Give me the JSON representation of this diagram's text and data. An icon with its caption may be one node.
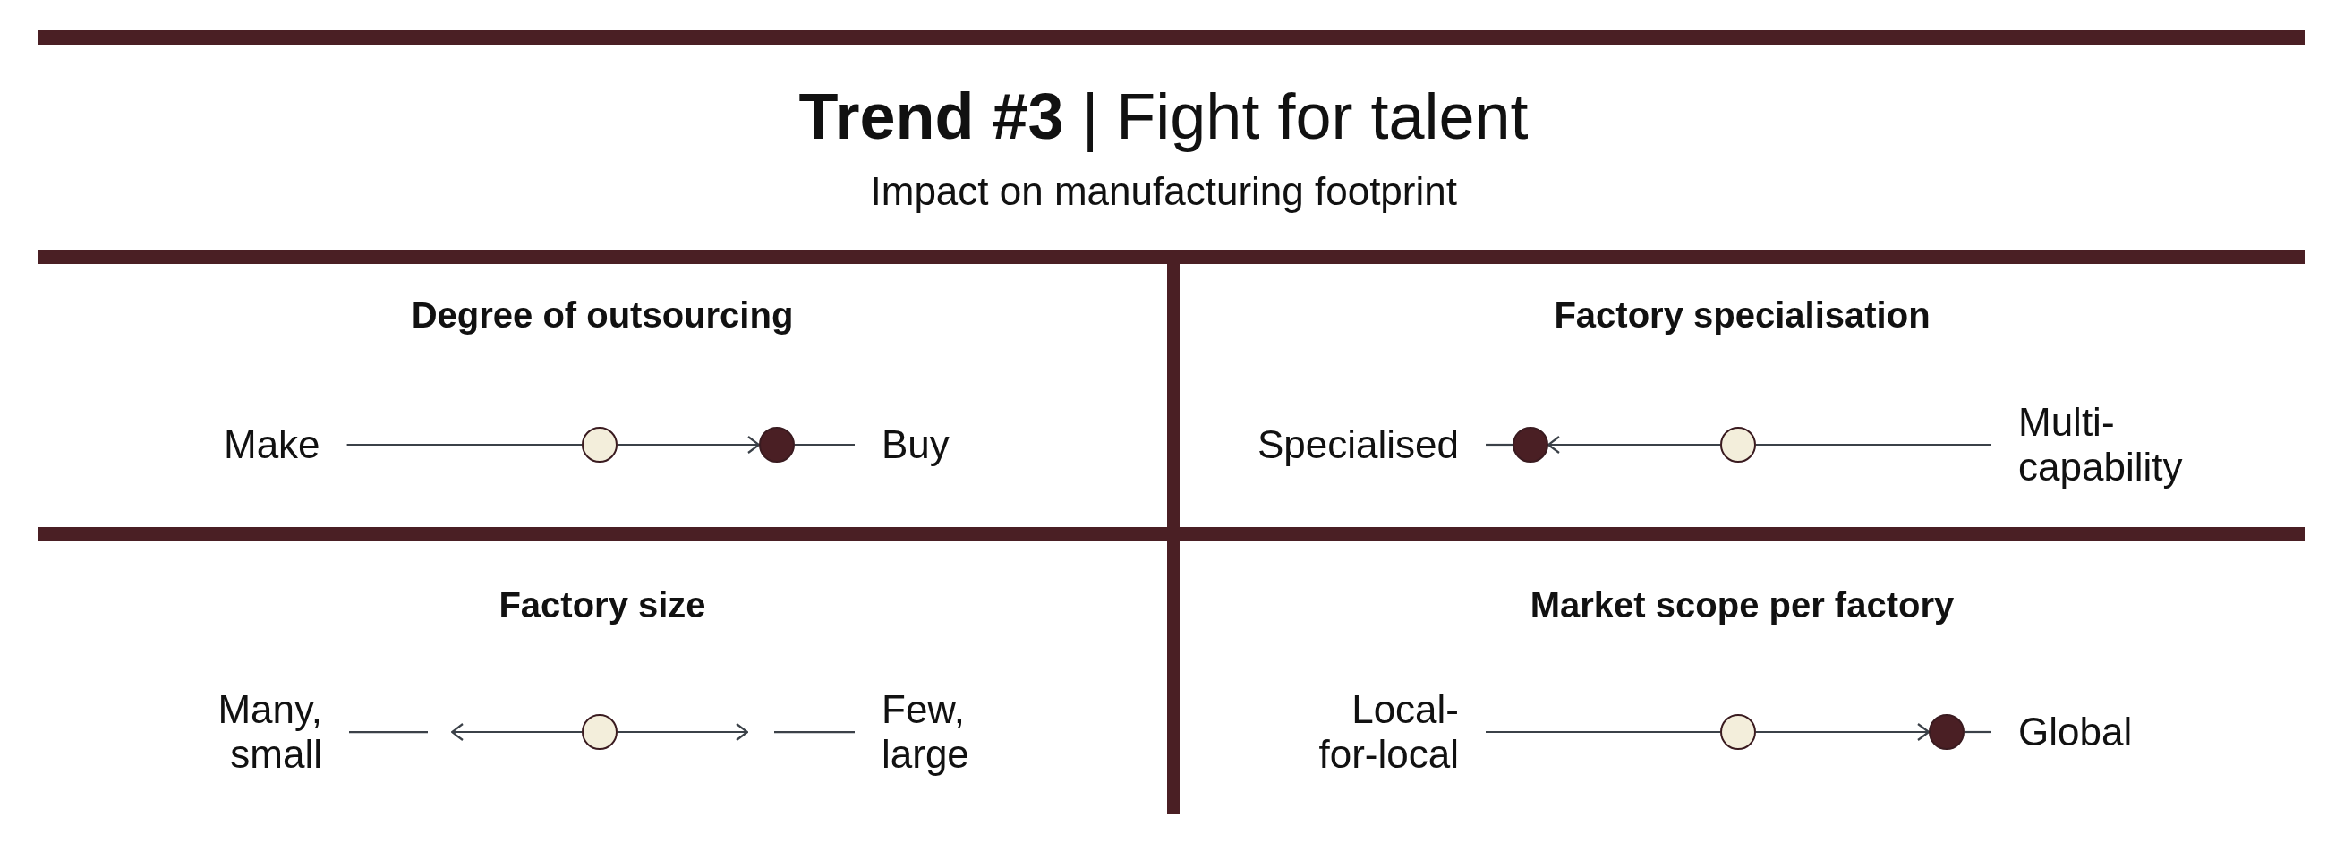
{
  "diagram": {
    "title": "**Trend #3** | Fight for talent",
    "nodes": [
      {
        "text": [
          "Degree of outsourcing"
        ]
      },
      {
        "text": [
          "Make"
        ],
        "in": 0
      },
      {
        "text": [],
        "shape": "circle",
        "in": 0
      },
      {
        "text": [],
        "shape": "circle",
        "in": 0
      },
      {
        "text": [
          "Buy"
        ],
        "in": 0
      },
      {
        "text": [
          "Factory specialisation"
        ]
      },
      {
        "text": [
          "Specialised"
        ],
        "in": 5
      },
      {
        "text": [],
        "shape": "circle",
        "in": 5
      },
      {
        "text": [],
        "shape": "circle",
        "in": 5
      },
      {
        "text": [
          "Multi-capability"
        ],
        "in": 5
      },
      {
        "text": [
          "Factory size"
        ]
      },
      {
        "text": [
          "Many, small"
        ],
        "in": 10
      },
      {
        "text": [],
        "shape": "circle",
        "in": 10
      },
      {
        "text": [
          "Few, large"
        ],
        "in": 10
      },
      {
        "text": [
          "Market scope per factory"
        ]
      },
      {
        "text": [
          "Local-for-local"
        ],
        "in": 14
      },
      {
        "text": [],
        "shape": "circle",
        "in": 14
      },
      {
        "text": [],
        "shape": "circle",
        "in": 14
      },
      {
        "text": [
          "Global"
        ],
        "in": 14
      }
    ],
    "edges": [
      {
        "from": 1,
        "to": 2,
        "arrow": "none"
      },
      {
        "from": 2,
        "to": 3,
        "arrow": "to"
      },
      {
        "from": 3,
        "to": 4,
        "arrow": "none"
      },
      {
        "from": 9,
        "to": 8,
        "arrow": "none"
      },
      {
        "from": 8,
        "to": 7,
        "arrow": "to"
      },
      {
        "from": 7,
        "to": 6,
        "arrow": "none"
      },
      {
        "from": 11,
        "to": null,
        "arrow": "none"
      },
      {
        "from": 12,
        "to": null,
        "arrow": "to"
      },
      {
        "from": 12,
        "to": null,
        "arrow": "to"
      },
      {
        "from": 13,
        "to": null,
        "arrow": "none"
      },
      {
        "from": 15,
        "to": 16,
        "arrow": "none"
      },
      {
        "from": 16,
        "to": 17,
        "arrow": "to"
      },
      {
        "from": 17,
        "to": 18,
        "arrow": "none"
      }
    ],
    "labels": [
      "Impact on manufacturing footprint"
    ]
  }
}
